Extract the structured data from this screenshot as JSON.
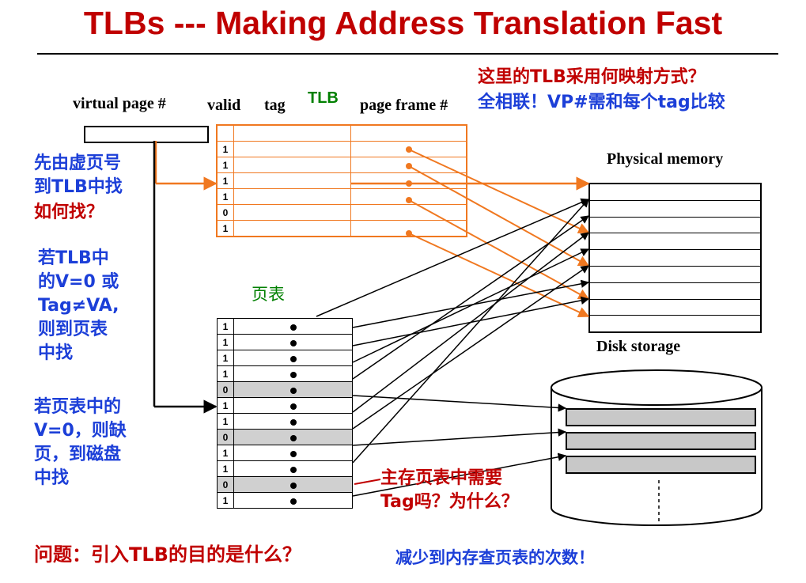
{
  "title": "TLBs --- Making Address Translation Fast",
  "tlb": {
    "col_virtual_page": "virtual page #",
    "col_valid": "valid",
    "col_tag": "tag",
    "label": "TLB",
    "col_page_frame": "page frame #",
    "valid_bits": [
      "",
      "1",
      "1",
      "1",
      "1",
      "0",
      "1"
    ]
  },
  "page_table": {
    "label": "页表",
    "valid_bits": [
      "1",
      "1",
      "1",
      "1",
      "0",
      "1",
      "1",
      "0",
      "1",
      "1",
      "0",
      "1"
    ]
  },
  "physical_memory_label": "Physical memory",
  "disk_storage_label": "Disk storage",
  "notes": {
    "question_mapping": "这里的TLB采用何映射方式？",
    "answer_mapping": "全相联！VP#需和每个tag比较",
    "step1": [
      "先由虚页号",
      "到TLB中找"
    ],
    "step1_question": "如何找？",
    "step2": [
      "若TLB中",
      "的V=0 或",
      "Tag≠VA,",
      "则到页表",
      "中找"
    ],
    "step3": [
      "若页表中的",
      "V=0，则缺",
      "页，到磁盘",
      "中找"
    ],
    "pt_tag_question": [
      "主存页表中需要",
      "Tag吗？为什么？"
    ],
    "bottom_question": "问题：引入TLB的目的是什么？",
    "bottom_answer": "减少到内存查页表的次数！"
  },
  "colors": {
    "title_red": "#c00000",
    "note_blue": "#1c3fd8",
    "tlb_orange": "#f07820",
    "tlb_label_green": "#008000"
  }
}
